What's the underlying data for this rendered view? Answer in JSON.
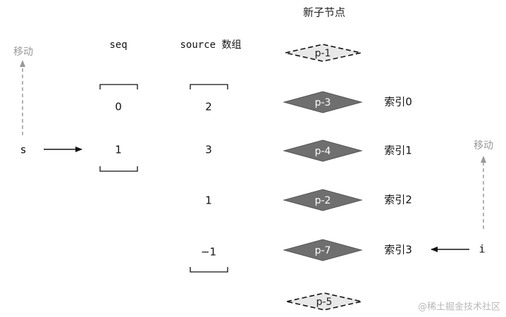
{
  "title": "新子节点",
  "move_label": "移动",
  "seq": {
    "header": "seq",
    "values": [
      "0",
      "1"
    ]
  },
  "source": {
    "header": "source 数组",
    "values": [
      "2",
      "3",
      "1",
      "−1"
    ]
  },
  "pointers": {
    "s": "s",
    "i": "i"
  },
  "nodes": [
    {
      "label": "p-1",
      "style": "dashed",
      "index_label": ""
    },
    {
      "label": "p-3",
      "style": "solid",
      "index_label": "索引0"
    },
    {
      "label": "p-4",
      "style": "solid",
      "index_label": "索引1"
    },
    {
      "label": "p-2",
      "style": "solid",
      "index_label": "索引2"
    },
    {
      "label": "p-7",
      "style": "solid",
      "index_label": "索引3"
    },
    {
      "label": "p-5",
      "style": "dashed",
      "index_label": ""
    }
  ],
  "watermark": "@稀土掘金技术社区",
  "colors": {
    "solid_fill": "#6f6f6f",
    "dashed_fill": "#e8e8e8",
    "arrow": "#111111",
    "move_gray": "#999999"
  }
}
